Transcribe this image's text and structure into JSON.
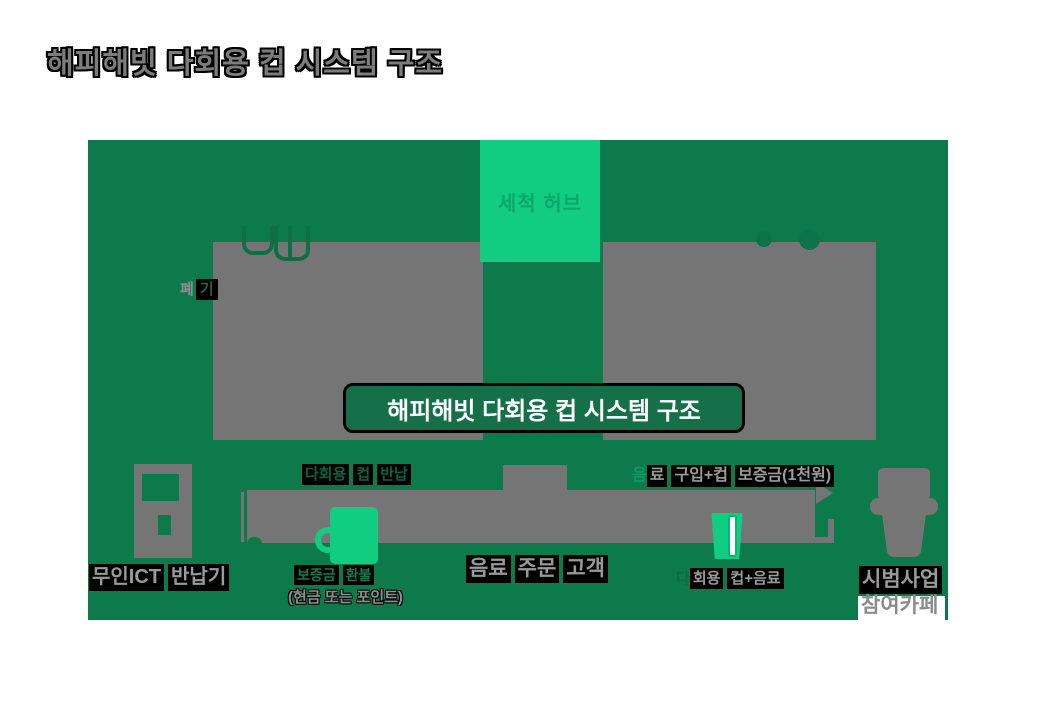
{
  "page_title": "해피해빗 다회용 컵 시스템 구조",
  "panel": {
    "hub_label": "세척 허브",
    "badge_title": "해피해빗 다회용 컵 시스템 구조",
    "disposal_label": {
      "plain": "폐",
      "boxed": "기"
    }
  },
  "flow": {
    "cup_return": "다회용 컵 반납",
    "deposit_refund": "보증금 환불",
    "refund_method": "(현금 또는 포인트)",
    "kiosk_label": "무인ICT 반납기",
    "customer_label": "음료 주문 고객",
    "purchase_label": {
      "head": "음",
      "rest": "료 구입+컵 보증금(1천원)"
    },
    "cup_drink_label": {
      "head": "다",
      "rest": "회용 컵+음료"
    },
    "cafe_label_line1": "시범사업",
    "cafe_label_line2": "참여카페"
  },
  "icons": {
    "truck": "delivery-truck-outline",
    "truck_wheels": "truck-wheel-circles",
    "kiosk": "unmanned-return-kiosk",
    "person": "customer-head",
    "mug": "reusable-green-mug",
    "drink_cup": "green-drink-cup",
    "takeaway_cup": "cafe-takeaway-cup",
    "arrow": "right-arrow-fragments"
  },
  "colors": {
    "panel_green": "#0d7a4c",
    "bright_green": "#10cd82",
    "placeholder_gray": "#757575",
    "badge_green": "#15704a",
    "label_bg_black": "#000000",
    "label_gray": "#9a9a9a",
    "hub_text_green": "#0aa96b",
    "white": "#ffffff"
  }
}
